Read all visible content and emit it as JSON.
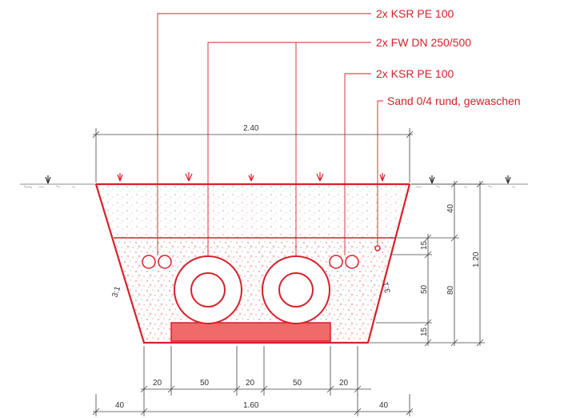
{
  "labels": {
    "ksr_top": "2x KSR PE 100",
    "fw": "2x FW DN 250/500",
    "ksr_right": "2x KSR PE 100",
    "sand": "Sand 0/4 rund, gewaschen"
  },
  "dimensions": {
    "top_width": "2.40",
    "bottom_total": "1.60",
    "bottom_left": "40",
    "bottom_right": "40",
    "seg_1": "20",
    "seg_2": "50",
    "seg_3": "20",
    "seg_4": "50",
    "seg_5": "20",
    "right_40": "40",
    "right_15_top": "15",
    "right_50": "50",
    "right_15_bottom": "15",
    "right_80": "80",
    "right_120": "1.20"
  },
  "slopes": {
    "left": "3:1",
    "right": "3:1"
  },
  "colors": {
    "accent": "#d8202a",
    "bedding_fill": "#f06a6a",
    "dimension_lines": "#444444"
  }
}
